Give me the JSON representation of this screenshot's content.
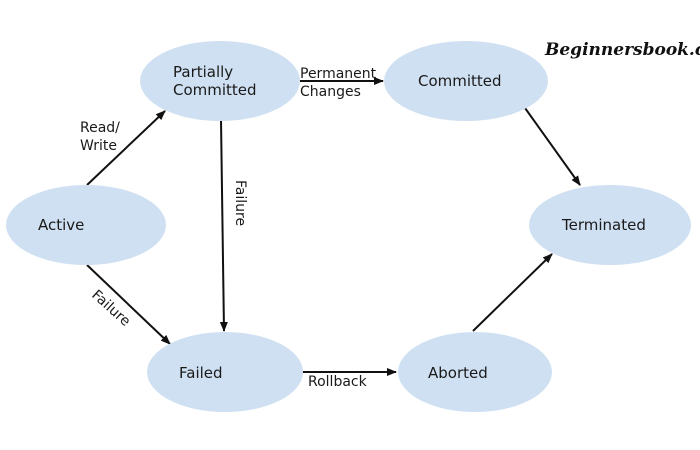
{
  "watermark": "Beginnersbook.com",
  "states": {
    "active": "Active",
    "partially_committed_line1": "Partially",
    "partially_committed_line2": "Committed",
    "committed": "Committed",
    "failed": "Failed",
    "aborted": "Aborted",
    "terminated": "Terminated"
  },
  "transitions": {
    "read_write_line1": "Read/",
    "read_write_line2": "Write",
    "permanent_changes_line1": "Permanent",
    "permanent_changes_line2": "Changes",
    "failure_vertical": "Failure",
    "failure_diagonal": "Failure",
    "rollback": "Rollback"
  },
  "colors": {
    "node_fill": "#cfe0f2",
    "edge": "#111111",
    "text": "#1a1a1a"
  }
}
